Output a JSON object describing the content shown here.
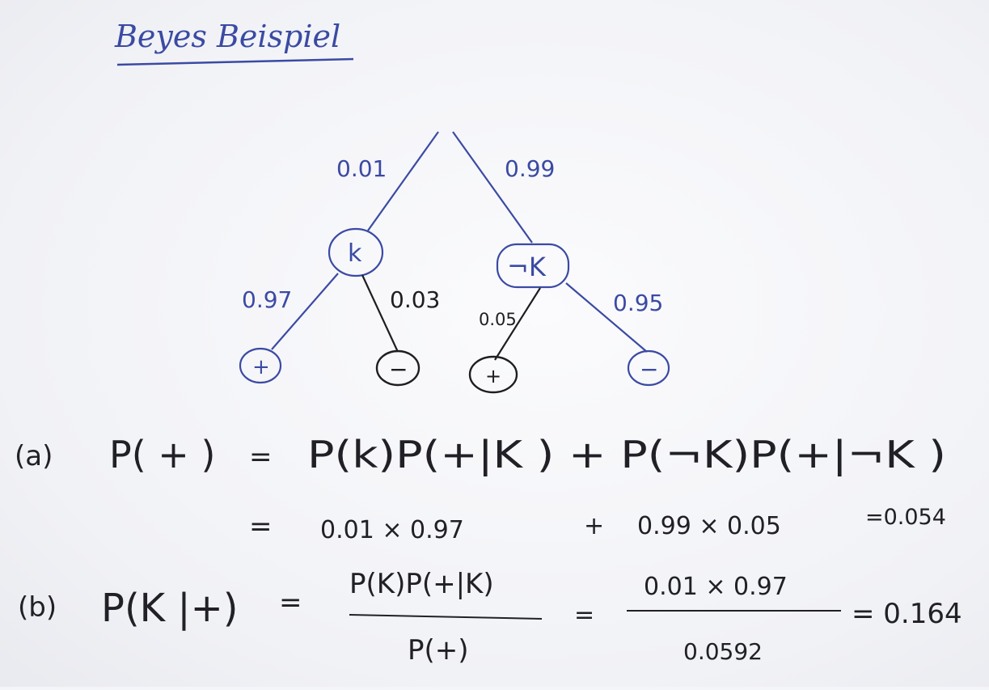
{
  "title": "Beyes Beispiel",
  "tree": {
    "root_left_prob": "0.01",
    "root_right_prob": "0.99",
    "node_k": "k",
    "node_not_k": "¬K",
    "k_plus_prob": "0.97",
    "k_minus_prob": "0.03",
    "notk_plus_prob": "0.05",
    "notk_minus_prob": "0.95",
    "leaf_plus": "+",
    "leaf_minus": "−"
  },
  "equations": {
    "a_label": "(a)",
    "a_line1_left": "P( + )",
    "a_line1_eq": "=",
    "a_line1_right": "P(k)P(+|K ) + P(¬K)P(+|¬K )",
    "a_line2_eq": "=",
    "a_line2_term1": "0.01 × 0.97",
    "a_line2_plus": "+",
    "a_line2_term2": "0.99  ×  0.05",
    "a_line2_result": "=0.054",
    "b_label": "(b)",
    "b_left": "P(K |+)",
    "b_eq1": "=",
    "b_num1": "P(K)P(+|K)",
    "b_den1": "P(+)",
    "b_eq2": "=",
    "b_num2": "0.01  ×  0.97",
    "b_den2": "0.0592",
    "b_result": "= 0.164"
  },
  "colors": {
    "blue_ink": "#3b4aa3",
    "black_ink": "#1e1e22"
  }
}
